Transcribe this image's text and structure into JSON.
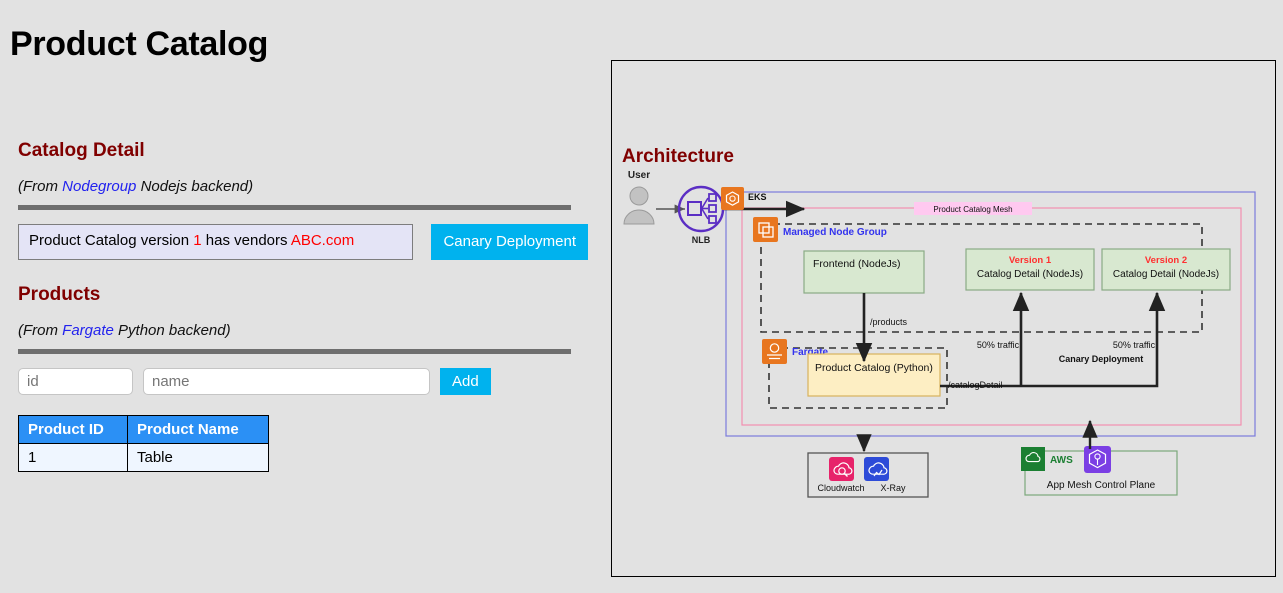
{
  "page": {
    "title": "Product Catalog",
    "background": "#e2e2e2"
  },
  "catalog_detail": {
    "heading": "Catalog Detail",
    "subtitle_prefix": "(From ",
    "subtitle_link": "Nodegroup",
    "subtitle_suffix": " Nodejs backend)",
    "alert": {
      "text_1": "Product Catalog version ",
      "version": "1",
      "text_2": " has vendors ",
      "vendors": "ABC.com"
    },
    "canary_button": "Canary Deployment"
  },
  "products": {
    "heading": "Products",
    "subtitle_prefix": "(From ",
    "subtitle_link": "Fargate",
    "subtitle_suffix": " Python backend)",
    "form": {
      "id_placeholder": "id",
      "id_value": "",
      "name_placeholder": "name",
      "name_value": "",
      "add_label": "Add"
    },
    "table": {
      "columns": [
        "Product ID",
        "Product Name"
      ],
      "rows": [
        {
          "id": "1",
          "name": "Table"
        }
      ]
    }
  },
  "architecture": {
    "heading": "Architecture",
    "labels": {
      "user": "User",
      "nlb": "NLB",
      "eks": "EKS",
      "mesh": "Product Catalog Mesh",
      "managed_node_group": "Managed Node Group",
      "frontend": "Frontend (NodeJs)",
      "version1_title": "Version 1",
      "version1_sub": "Catalog Detail (NodeJs)",
      "version2_title": "Version 2",
      "version2_sub": "Catalog Detail (NodeJs)",
      "fargate": "Fargate",
      "product_catalog_python": "Product Catalog (Python)",
      "products_path": "/products",
      "catalog_detail_path": "/catalogDetail",
      "traffic_left": "50% traffic",
      "traffic_right": "50% traffic",
      "canary_deployment": "Canary Deployment",
      "cloudwatch": "Cloudwatch",
      "xray": "X-Ray",
      "aws": "AWS",
      "app_mesh_control_plane": "App Mesh Control Plane"
    },
    "colors": {
      "eks_box_border": "#7b7bdd",
      "mesh_box_border": "#f28fb0",
      "mesh_label_bg": "#ffc9f0",
      "node_group_dash": "#333333",
      "green_box_bg": "#d8e8d0",
      "green_box_border": "#8aab85",
      "yellow_box_bg": "#fdeec3",
      "yellow_box_border": "#d8b25e",
      "aws_orange": "#e8761f",
      "aws_green": "#1b7f32",
      "purple": "#7b3fe4",
      "cloudwatch_pink": "#e7236a",
      "xray_blue": "#2d4bd8",
      "version_red": "#ff3030",
      "nodegroup_blue": "#3333ee"
    }
  }
}
